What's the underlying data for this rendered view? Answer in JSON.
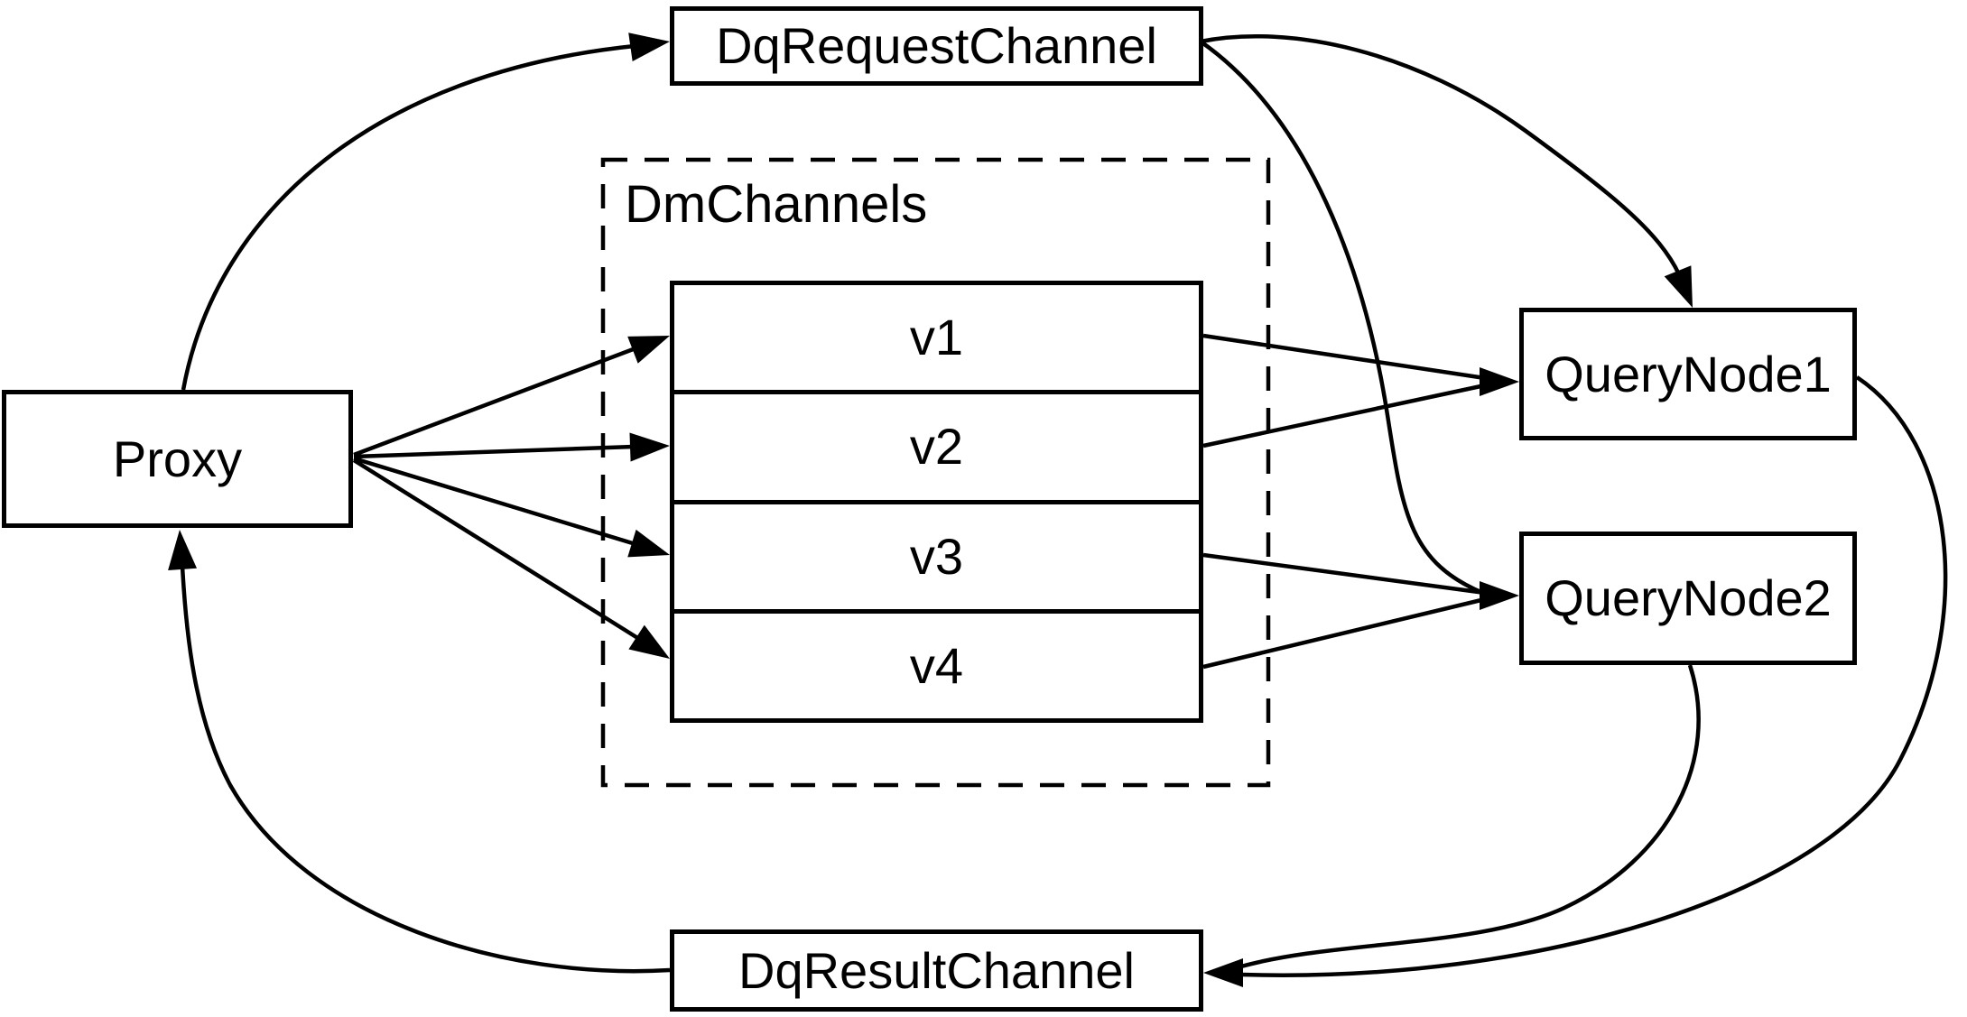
{
  "diagram": {
    "colors": {
      "stroke": "#000000",
      "background": "#ffffff"
    },
    "nodes": {
      "dq_request_channel": {
        "label": "DqRequestChannel"
      },
      "proxy": {
        "label": "Proxy"
      },
      "dm_channels_group": {
        "label": "DmChannels"
      },
      "dm_channel_rows": [
        "v1",
        "v2",
        "v3",
        "v4"
      ],
      "query_node_1": {
        "label": "QueryNode1"
      },
      "query_node_2": {
        "label": "QueryNode2"
      },
      "dq_result_channel": {
        "label": "DqResultChannel"
      }
    },
    "edges": [
      {
        "from": "proxy",
        "to": "dq_request_channel"
      },
      {
        "from": "proxy",
        "to": "v1"
      },
      {
        "from": "proxy",
        "to": "v2"
      },
      {
        "from": "proxy",
        "to": "v3"
      },
      {
        "from": "proxy",
        "to": "v4"
      },
      {
        "from": "v1",
        "to": "query_node_1"
      },
      {
        "from": "v2",
        "to": "query_node_1"
      },
      {
        "from": "v3",
        "to": "query_node_2"
      },
      {
        "from": "v4",
        "to": "query_node_2"
      },
      {
        "from": "dq_request_channel",
        "to": "query_node_1"
      },
      {
        "from": "dq_request_channel",
        "to": "query_node_2"
      },
      {
        "from": "query_node_1",
        "to": "dq_result_channel"
      },
      {
        "from": "query_node_2",
        "to": "dq_result_channel"
      },
      {
        "from": "dq_result_channel",
        "to": "proxy"
      }
    ]
  }
}
